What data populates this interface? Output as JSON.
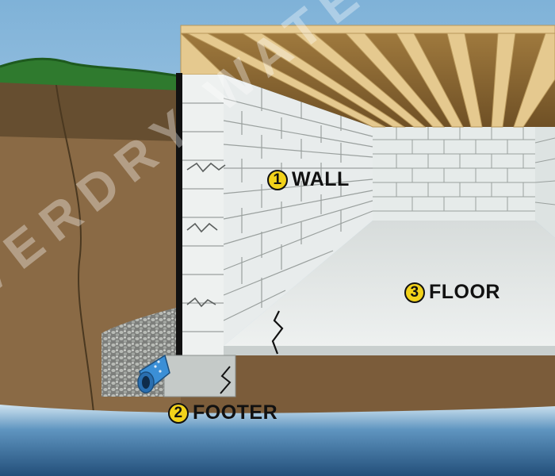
{
  "labels": {
    "wall": {
      "number": "1",
      "text": "WALL"
    },
    "floor": {
      "number": "3",
      "text": "FLOOR"
    },
    "footer": {
      "number": "2",
      "text": "FOOTER"
    }
  },
  "watermark": "EVERDRY WATERPROOFING",
  "colors": {
    "sky": "#bcd7ec",
    "grass": "#2f7a2e",
    "soil_dark": "#6e5434",
    "soil": "#8a6a45",
    "block": "#e6ebea",
    "mortar": "#9aa09e",
    "floor": "#dfe4e2",
    "joist": "#e5c98f",
    "water": "#2f6f9f",
    "badge": "#f2d21a"
  },
  "icons": [
    "drain-pipe-icon",
    "crack-icon"
  ]
}
